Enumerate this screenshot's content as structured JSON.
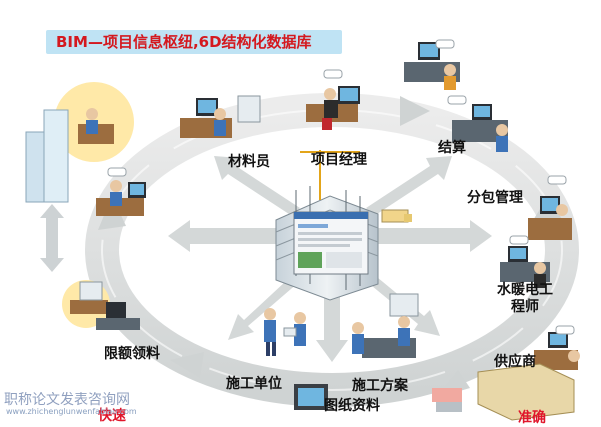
{
  "title": "BIM—项目信息枢纽,6D结构化数据库",
  "roles": {
    "materials_clerk": "材料员",
    "project_manager": "项目经理",
    "settlement": "结算",
    "subcontract_mgmt": "分包管理",
    "mep_engineer": "水暖电工程师",
    "supplier": "供应商",
    "construction_plan": "施工方案",
    "drawings": "图纸资料",
    "contractor": "施工单位",
    "quota_materials": "限额领料"
  },
  "tags": {
    "fast": "快速",
    "accurate": "准确"
  },
  "watermark": {
    "site_name": "职称论文发表咨询网",
    "url": "www.zhichenglunwenfabiao.com"
  },
  "colors": {
    "title_text": "#d4191f",
    "title_bg": "#bfe3f4",
    "accent_red": "#e0162b",
    "ring": "#d9dcdc"
  }
}
